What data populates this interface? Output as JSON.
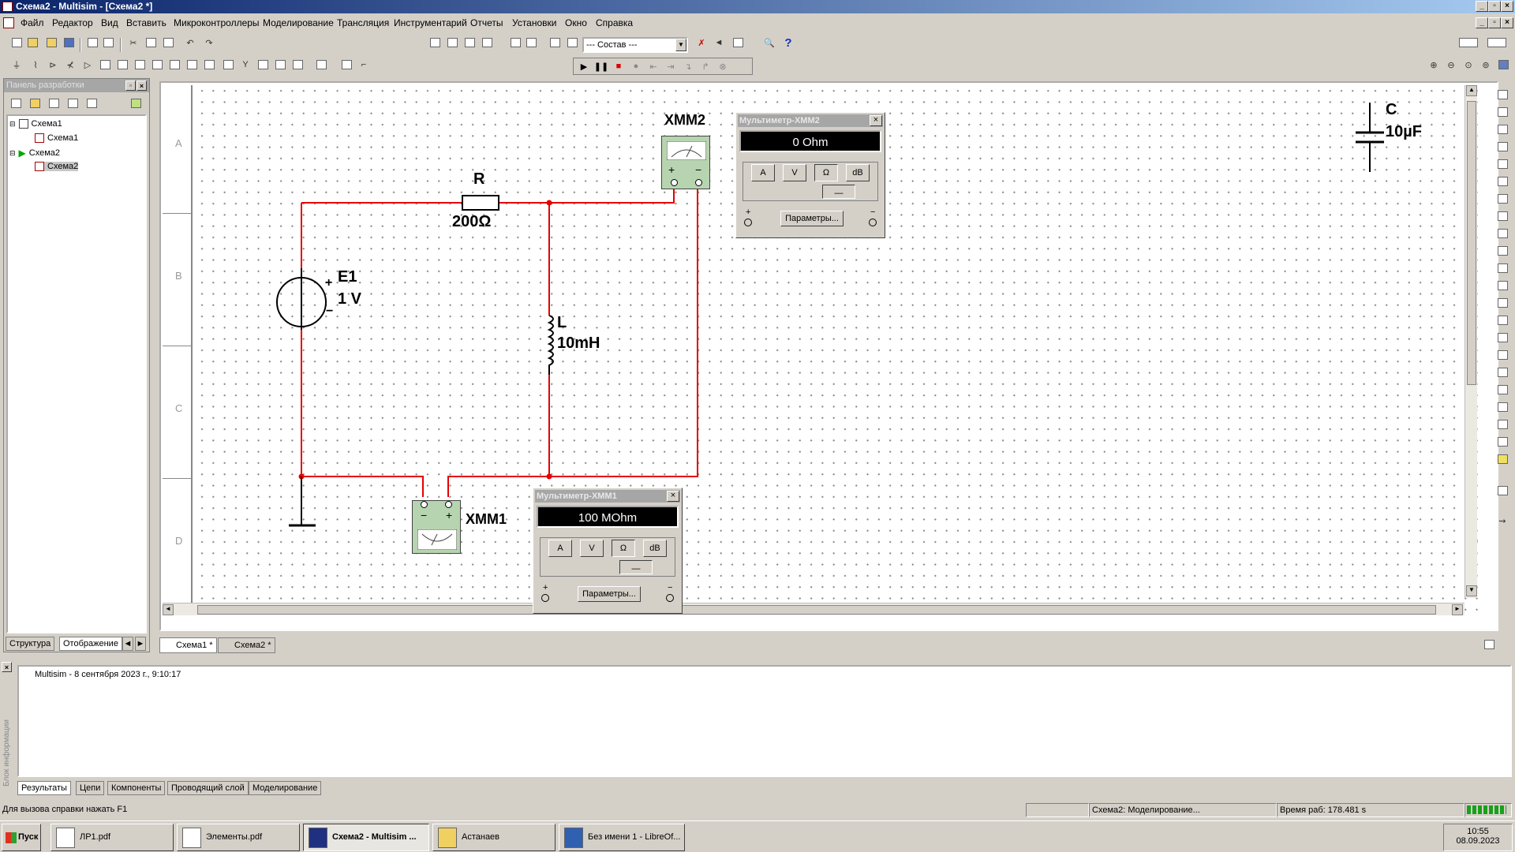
{
  "window": {
    "title": "Схема2 - Multisim - [Схема2 *]"
  },
  "menu": [
    "Файл",
    "Редактор",
    "Вид",
    "Вставить",
    "Микроконтроллеры",
    "Моделирование",
    "Трансляция",
    "Инструментарий",
    "Отчеты",
    "Установки",
    "Окно",
    "Справка"
  ],
  "toolbar": {
    "component_combo": "--- Состав ---",
    "help_glyph": "?"
  },
  "design_panel": {
    "title": "Панель разработки",
    "tree": [
      {
        "label": "Схема1",
        "level": 0
      },
      {
        "label": "Схема1",
        "level": 1
      },
      {
        "label": "Схема2",
        "level": 0
      },
      {
        "label": "Схема2",
        "level": 1
      }
    ],
    "tabs": [
      "Структура",
      "Отображение"
    ]
  },
  "schematic": {
    "row_labels": [
      "A",
      "B",
      "C",
      "D"
    ],
    "resistor": {
      "ref": "R",
      "value": "200Ω"
    },
    "source": {
      "ref": "E1",
      "value": "1 V",
      "plus": "+",
      "minus": "−"
    },
    "inductor": {
      "ref": "L",
      "value": "10mH"
    },
    "capacitor": {
      "ref": "C",
      "value": "10µF"
    },
    "meter1_label": "XMM1",
    "meter2_label": "XMM2"
  },
  "multimeter_xmm2": {
    "title": "Мультиметр-XMM2",
    "reading": "0 Ohm",
    "buttons": [
      "A",
      "V",
      "Ω",
      "dB"
    ],
    "selected": "Ω",
    "params_label": "Параметры...",
    "plus": "+",
    "minus": "−"
  },
  "multimeter_xmm1": {
    "title": "Мультиметр-XMM1",
    "reading": "100 MOhm",
    "buttons": [
      "A",
      "V",
      "Ω",
      "dB"
    ],
    "selected": "Ω",
    "params_label": "Параметры...",
    "plus": "+",
    "minus": "−"
  },
  "sheet_tabs": [
    "Схема1 *",
    "Схема2 *"
  ],
  "results": {
    "log_line": "Multisim  -  8 сентября 2023 г., 9:10:17",
    "side_label": "Блок информации",
    "tabs": [
      "Результаты",
      "Цепи",
      "Компоненты",
      "Проводящий слой",
      "Моделирование"
    ]
  },
  "status": {
    "help": "Для вызова справки нажать F1",
    "sim": "Схема2: Моделирование...",
    "time": "Время раб: 178.481 s"
  },
  "taskbar": {
    "start": "Пуск",
    "items": [
      "ЛР1.pdf",
      "Элементы.pdf",
      "Схема2 - Multisim ...",
      "Астанаев",
      "Без имени 1 - LibreOf..."
    ],
    "active_index": 2,
    "clock_time": "10:55",
    "clock_date": "08.09.2023"
  },
  "colors": {
    "wire": "#e60000",
    "titlebar": "#0a246a",
    "meter_body": "#b7d4b0"
  }
}
